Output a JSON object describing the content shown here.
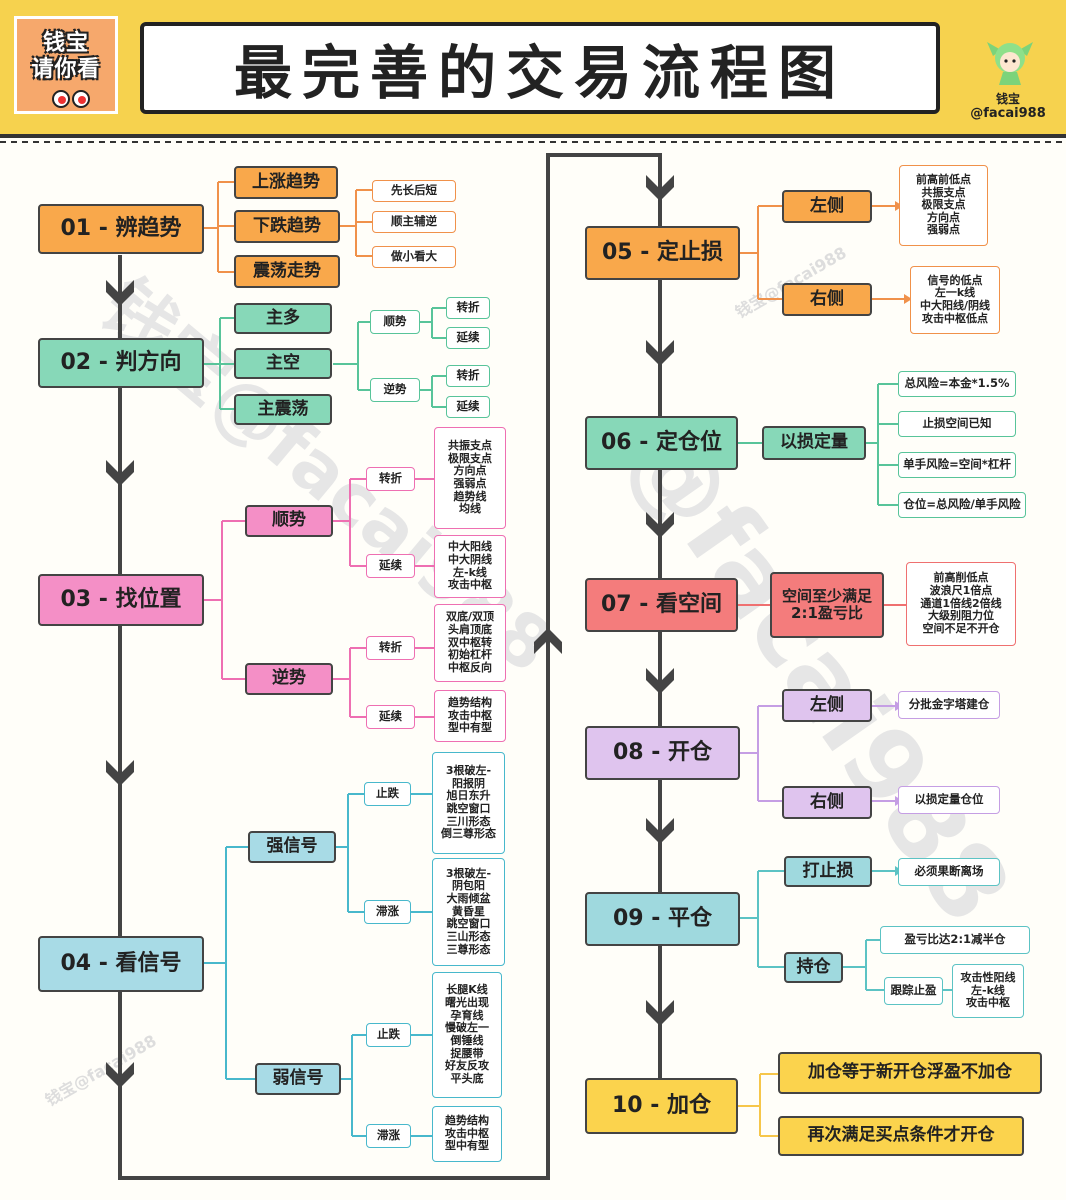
{
  "header": {
    "logo_line1": "钱宝",
    "logo_line2": "请你看",
    "title": "最完善的交易流程图",
    "author_name": "钱宝",
    "author_handle": "@facai988"
  },
  "watermarks": {
    "big_1": "钱宝@facai988",
    "big_2": "@facai988",
    "small_1": "钱宝@facai988",
    "small_2": "钱宝@facai988"
  },
  "step01": {
    "title": "01 - 辨趋势",
    "trends": [
      "上涨趋势",
      "下跌趋势",
      "震荡走势"
    ],
    "tips": [
      "先长后短",
      "顺主辅逆",
      "做小看大"
    ]
  },
  "step02": {
    "title": "02 - 判方向",
    "directions": [
      "主多",
      "主空",
      "主震荡"
    ],
    "modes": [
      "顺势",
      "逆势"
    ],
    "shun": [
      "转折",
      "延续"
    ],
    "ni": [
      "转折",
      "延续"
    ]
  },
  "step03": {
    "title": "03 - 找位置",
    "groups": [
      "顺势",
      "逆势"
    ],
    "shun_kinds": [
      "转折",
      "延续"
    ],
    "ni_kinds": [
      "转折",
      "延续"
    ],
    "shun_turn": "共振支点\n极限支点\n方向点\n强弱点\n趋势线\n均线",
    "shun_cont": "中大阳线\n中大阴线\n左-k线\n攻击中枢",
    "ni_turn": "双底/双顶\n头肩顶底\n双中枢转\n初始杠杆\n中枢反向",
    "ni_cont": "趋势结构\n攻击中枢\n型中有型"
  },
  "step04": {
    "title": "04 - 看信号",
    "groups": [
      "强信号",
      "弱信号"
    ],
    "strong_kinds": [
      "止跌",
      "滞涨"
    ],
    "weak_kinds": [
      "止跌",
      "滞涨"
    ],
    "strong_stop": "3根破左-\n阳报阴\n旭日东升\n跳空窗口\n三川形态\n倒三尊形态",
    "strong_stall": "3根破左-\n阴包阳\n大雨倾盆\n黄昏星\n跳空窗口\n三山形态\n三尊形态",
    "weak_stop": "长腿K线\n曙光出现\n孕育线\n慢破左一\n倒锤线\n捉腰带\n好友反攻\n平头底",
    "weak_stall": "趋势结构\n攻击中枢\n型中有型"
  },
  "step05": {
    "title": "05 - 定止损",
    "sides": [
      "左侧",
      "右侧"
    ],
    "left_points": "前高前低点\n共振支点\n极限支点\n方向点\n强弱点",
    "right_points": "信号的低点\n左一k线\n中大阳线/阴线\n攻击中枢低点"
  },
  "step06": {
    "title": "06 - 定仓位",
    "method": "以损定量",
    "formulas": [
      "总风险=本金*1.5%",
      "止损空间已知",
      "单手风险=空间*杠杆",
      "仓位=总风险/单手风险"
    ]
  },
  "step07": {
    "title": "07 - 看空间",
    "rule": "空间至少满足\n2:1盈亏比",
    "notes": "前高削低点\n波浪尺1倍点\n通道1倍线2倍线\n大级别阻力位\n空间不足不开仓"
  },
  "step08": {
    "title": "08 - 开仓",
    "sides": [
      "左侧",
      "右侧"
    ],
    "actions": [
      "分批金字塔建仓",
      "以损定量仓位"
    ]
  },
  "step09": {
    "title": "09 - 平仓",
    "kinds": [
      "打止损",
      "持仓"
    ],
    "stop_action": "必须果断离场",
    "hold_actions": [
      "盈亏比达2:1减半仓",
      "跟踪止盈"
    ],
    "trail_points": "攻击性阳线\n左-k线\n攻击中枢"
  },
  "step10": {
    "title": "10 - 加仓",
    "rules": [
      "加仓等于新开仓浮盈不加仓",
      "再次满足买点条件才开仓"
    ]
  }
}
